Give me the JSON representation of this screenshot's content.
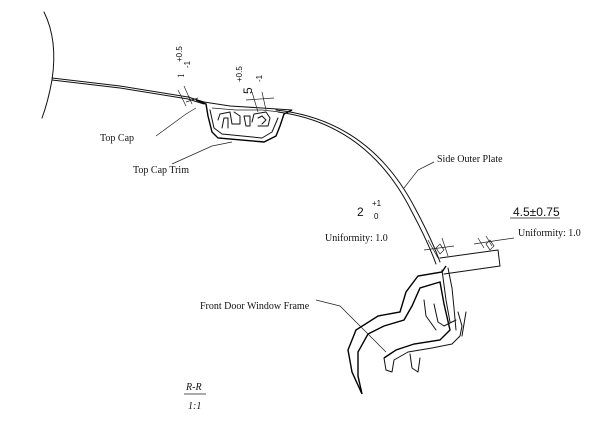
{
  "labels": {
    "top_cap": "Top Cap",
    "top_cap_trim": "Top Cap Trim",
    "side_outer_plate": "Side Outer Plate",
    "front_door_window_frame": "Front Door Window Frame"
  },
  "dimensions": {
    "gap_top_cap": {
      "value": "1",
      "tol_upper": "+0.5",
      "tol_lower": "-1"
    },
    "gap_trim": {
      "value": "5",
      "tol_upper": "+0.5",
      "tol_lower": "-1"
    },
    "gap_outer_plate": {
      "value": "2",
      "tol_upper": "+1",
      "tol_lower": "0",
      "note": "Uniformity: 1.0"
    },
    "flush_frame": {
      "value": "4.5±0.75",
      "note": "Uniformity: 1.0"
    }
  },
  "section": {
    "name": "R-R",
    "scale": "1:1"
  }
}
